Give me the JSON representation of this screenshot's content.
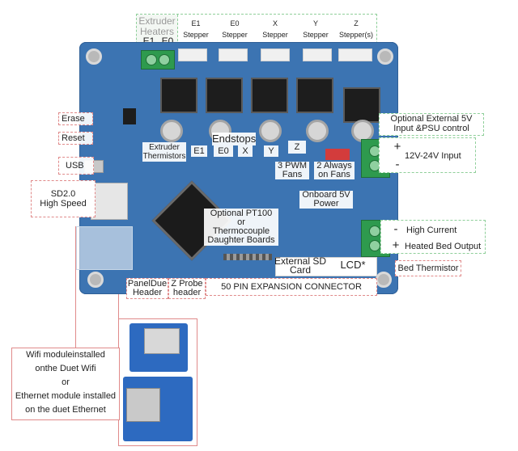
{
  "labels": {
    "extruder_heaters": "Extruder\nHeaters",
    "e1_heater": "E1",
    "e0_heater": "E0",
    "e1_stepper": "E1\nStepper",
    "e0_stepper": "E0\nStepper",
    "x_stepper": "X\nStepper",
    "y_stepper": "Y\nStepper",
    "z_stepper": "Z\nStepper(s)",
    "erase": "Erase",
    "reset": "Reset",
    "usb": "USB",
    "sd_high_speed": "SD2.0\nHigh Speed",
    "extruder_thermistors": "Extruder\nThermistors",
    "therm_e1": "E1",
    "therm_e0": "E0",
    "endstops": "Endstops",
    "endstop_x": "X",
    "endstop_y": "Y",
    "endstop_z": "Z",
    "pwm_fans": "3 PWM\nFans",
    "always_on_fans": "2 Always\non Fans",
    "onboard_5v": "Onboard 5V\nPower",
    "optional_daughter": "Optional  PT100\nor\nThermocouple\nDaughter Boards",
    "external_sd": "External SD\nCard",
    "lcd": "LCD*",
    "paneldue": "PanelDue\nHeader",
    "z_probe": "Z Probe\nheader",
    "expansion": "50 PIN EXPANSION CONNECTOR",
    "optional_5v": "Optional External 5V\nInput &PSU control",
    "input_12_24": "12V-24V Input",
    "plus_input": "+",
    "minus_input": "-",
    "high_current": "High Current",
    "heated_bed_output": "Heated Bed Output",
    "minus_bed": "-",
    "plus_bed": "+",
    "bed_thermistor": "Bed Thermistor",
    "wifi_module": "Wifi moduleinstalled\nonthe Duet Wifi\nor\nEthernet module  installed\non the  duet Ethernet"
  },
  "colors": {
    "board": "#3c74b2",
    "red_dash": "#e08a8a",
    "green_dash": "#8fcf9a",
    "terminal_green": "#2e9a4e"
  }
}
